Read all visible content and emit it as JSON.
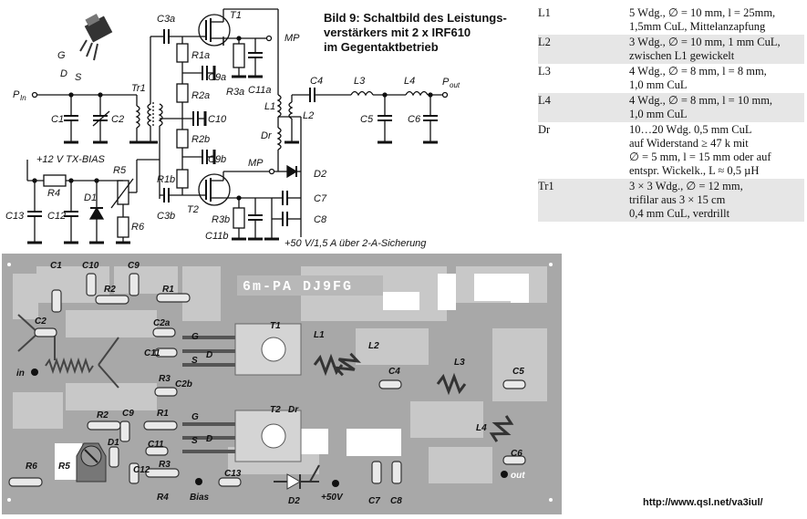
{
  "title": {
    "line1": "Bild 9: Schaltbild des Leistungs-",
    "line2": "verstärkers mit 2 x IRF610",
    "line3": "im Gegentaktbetrieb"
  },
  "schematic": {
    "transistor_pins": [
      "G",
      "D",
      "S"
    ],
    "pin_in": "P",
    "pin_in_sub": "In",
    "pin_out": "P",
    "pin_out_sub": "out",
    "supply_bias": "+12 V TX-BIAS",
    "supply_main": "+50 V/1,5 A über 2-A-Sicherung",
    "mp": "MP",
    "labels": {
      "T1": "T1",
      "T2": "T2",
      "Tr1": "Tr1",
      "C1": "C1",
      "C2": "C2",
      "C3a": "C3a",
      "C3b": "C3b",
      "C4": "C4",
      "C5": "C5",
      "C6": "C6",
      "C7": "C7",
      "C8": "C8",
      "C9a": "C9a",
      "C9b": "C9b",
      "C10": "C10",
      "C11a": "C11a",
      "C11b": "C11b",
      "C12": "C12",
      "C13": "C13",
      "R1a": "R1a",
      "R1b": "R1b",
      "R2a": "R2a",
      "R2b": "R2b",
      "R3a": "R3a",
      "R3b": "R3b",
      "R4": "R4",
      "R5": "R5",
      "R6": "R6",
      "L1": "L1",
      "L2": "L2",
      "L3": "L3",
      "L4": "L4",
      "Dr": "Dr",
      "D1": "D1",
      "D2": "D2"
    }
  },
  "pcb": {
    "silk": "6m-PA  DJ9FG",
    "in": "in",
    "out": "out",
    "bias": "Bias",
    "plus50": "+50V",
    "labels": {
      "C1": "C1",
      "C10": "C10",
      "C9": "C9",
      "R2": "R2",
      "R1": "R1",
      "C2": "C2",
      "C2a": "C2a",
      "C11": "C11",
      "R3": "R3",
      "C2b": "C2b",
      "T1": "T1",
      "L1": "L1",
      "L2": "L2",
      "C4": "C4",
      "L3": "L3",
      "C5": "C5",
      "G": "G",
      "D": "D",
      "S": "S",
      "T2": "T2",
      "Dr": "Dr",
      "L4": "L4",
      "D1": "D1",
      "C12": "C12",
      "R6": "R6",
      "R5": "R5",
      "R4": "R4",
      "C13": "C13",
      "D2": "D2",
      "C7": "C7",
      "C8": "C8",
      "C6": "C6"
    }
  },
  "parts_table": [
    {
      "key": "L1",
      "lines": [
        "5 Wdg., ∅ = 10 mm, l = 25mm,",
        "1,5mm CuL, Mittelanzapfung"
      ]
    },
    {
      "key": "L2",
      "lines": [
        "3 Wdg., ∅ = 10 mm, 1 mm CuL,",
        "zwischen L1 gewickelt"
      ]
    },
    {
      "key": "L3",
      "lines": [
        "4 Wdg.,  ∅ = 8 mm, l = 8 mm,",
        "1,0  mm CuL"
      ]
    },
    {
      "key": "L4",
      "lines": [
        "4 Wdg., ∅ = 8 mm, l = 10 mm,",
        "1,0  mm CuL"
      ]
    },
    {
      "key": "Dr",
      "lines": [
        "10…20 Wdg. 0,5 mm CuL",
        "auf Widerstand ≥ 47 k mit",
        "∅ = 5 mm, l = 15 mm oder auf",
        "entspr. Wickelk., L ≈ 0,5 µH"
      ]
    },
    {
      "key": "Tr1",
      "lines": [
        "3 × 3 Wdg.,  ∅ = 12 mm,",
        "trifilar aus 3 × 15 cm",
        "0,4 mm CuL, verdrillt"
      ]
    }
  ],
  "footer_url": "http://www.qsl.net/va3iul/"
}
